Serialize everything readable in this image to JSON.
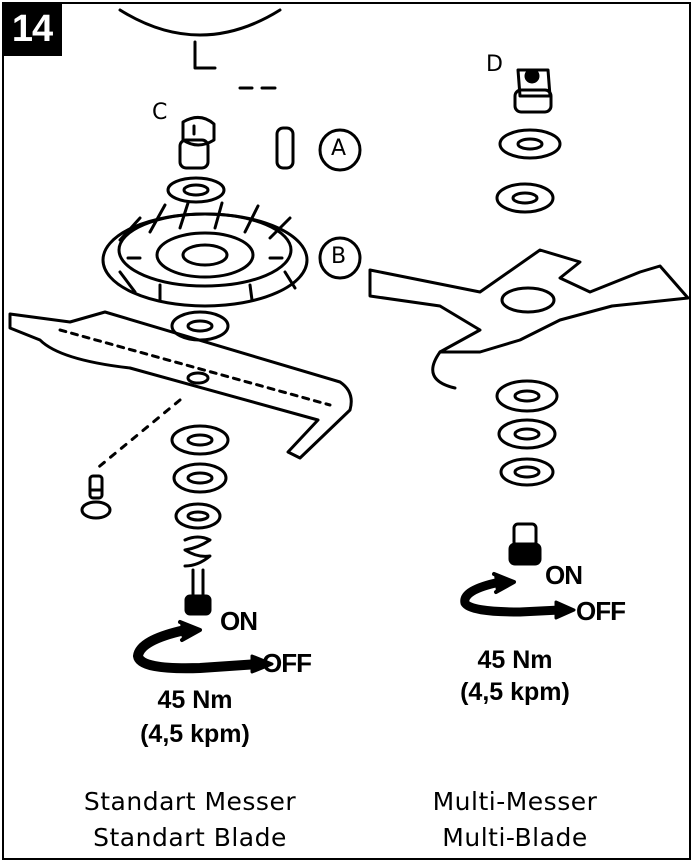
{
  "figure_number": "14",
  "labels": {
    "A": "A",
    "B": "B",
    "C": "C",
    "D": "D"
  },
  "left": {
    "on": "ON",
    "off": "OFF",
    "torque_nm": "45 Nm",
    "torque_kpm": "(4,5 kpm)",
    "caption_de": "Standart Messer",
    "caption_en": "Standart Blade"
  },
  "right": {
    "on": "ON",
    "off": "OFF",
    "torque_nm": "45 Nm",
    "torque_kpm": "(4,5 kpm)",
    "caption_de": "Multi-Messer",
    "caption_en": "Multi-Blade"
  }
}
